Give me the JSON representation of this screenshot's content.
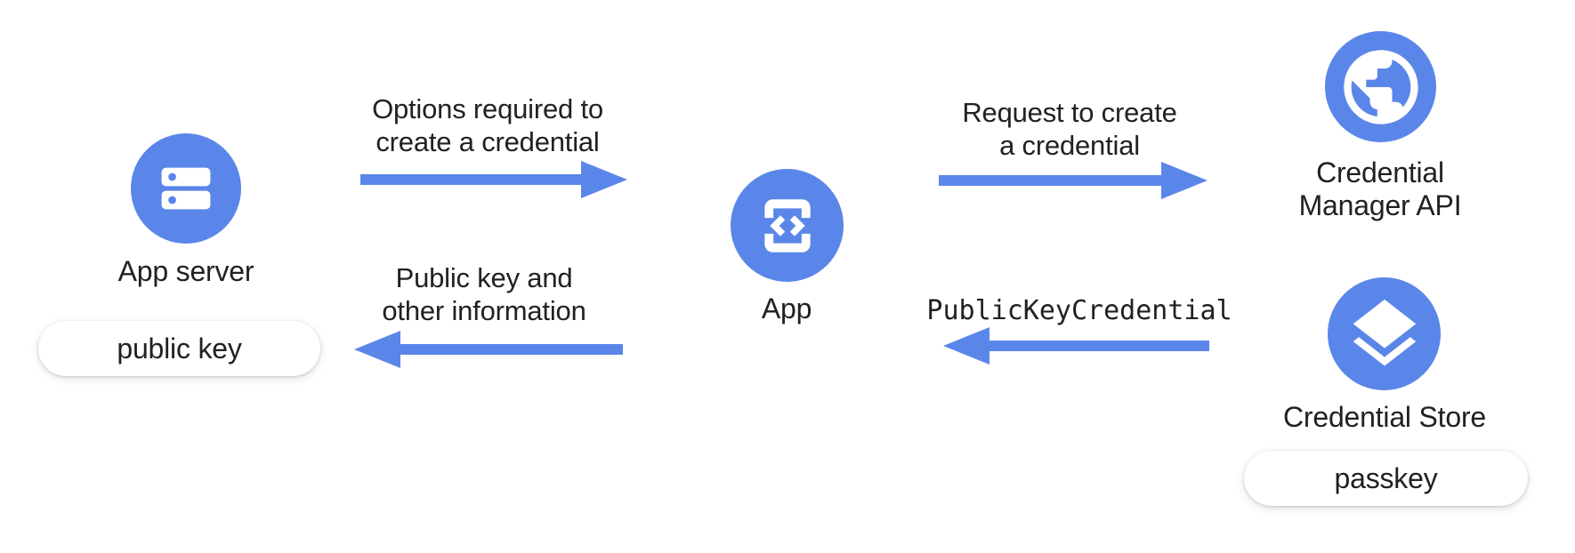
{
  "colors": {
    "accent": "#5b86e9",
    "text": "#202124",
    "pill_background": "#ffffff"
  },
  "nodes": {
    "app_server": {
      "label": "App server",
      "icon": "server-icon",
      "badge": "public key"
    },
    "app": {
      "label": "App",
      "icon": "developer-mode-icon"
    },
    "credential_manager_api": {
      "line1": "Credential",
      "line2": "Manager API",
      "icon": "globe-icon"
    },
    "credential_store": {
      "label": "Credential Store",
      "icon": "layers-icon",
      "badge": "passkey"
    }
  },
  "flows": {
    "options": {
      "line1": "Options required to",
      "line2": "create a credential",
      "direction": "right",
      "from": "App server",
      "to": "App"
    },
    "request": {
      "line1": "Request to create",
      "line2": "a credential",
      "direction": "right",
      "from": "App",
      "to": "Credential Manager API"
    },
    "public_key_credential": {
      "label": "PublicKeyCredential",
      "direction": "left",
      "from": "Credential Store",
      "to": "App"
    },
    "public_key_info": {
      "line1": "Public key and",
      "line2": "other information",
      "direction": "left",
      "from": "App",
      "to": "App server"
    }
  }
}
